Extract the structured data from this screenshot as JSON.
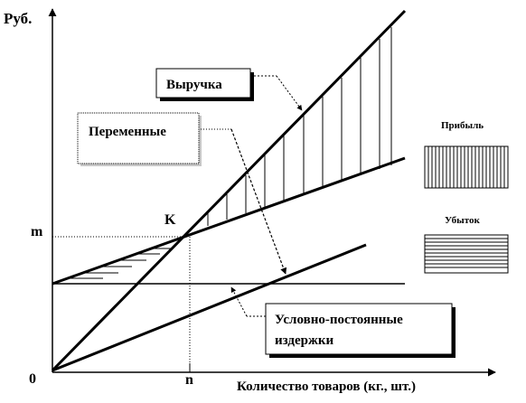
{
  "labels": {
    "y_axis": "Руб.",
    "x_axis": "Количество товаров (кг., шт.)",
    "origin": "0",
    "m_tick": "m",
    "n_tick": "n",
    "k_point": "K",
    "revenue": "Выручка",
    "variable": "Переменные",
    "fixed_line1": "Условно-постоянные",
    "fixed_line2": "издержки",
    "profit": "Прибыль",
    "loss": "Убыток"
  }
}
